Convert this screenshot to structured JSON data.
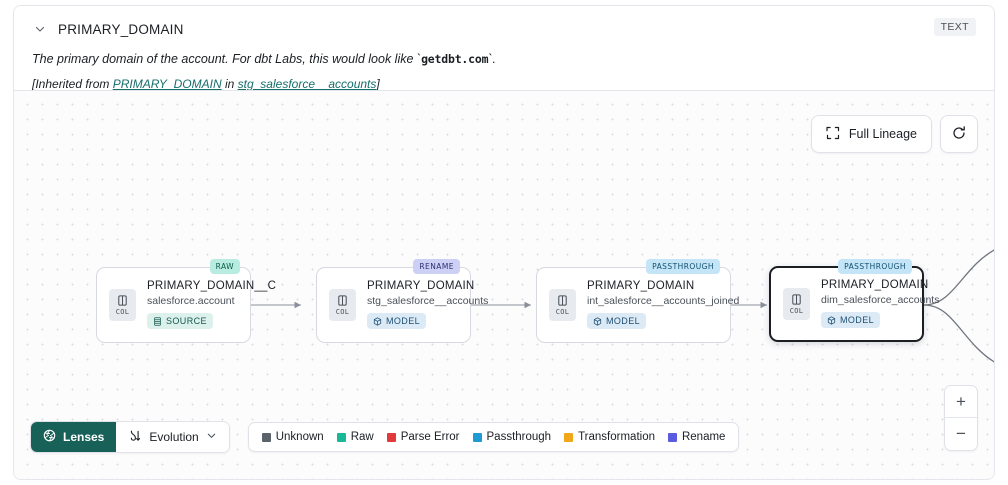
{
  "header": {
    "chevron_icon": "chevron-down-icon",
    "title": "PRIMARY_DOMAIN",
    "type_badge": "TEXT",
    "description_prefix": "The primary domain of the account. For dbt Labs, this would look like `",
    "description_code": "getdbt.com",
    "description_suffix": "`.",
    "inherited_open": "[Inherited from ",
    "inherited_link_1": "PRIMARY_DOMAIN",
    "inherited_mid": " in ",
    "inherited_link_2": "stg_salesforce__accounts",
    "inherited_close": "]"
  },
  "canvas": {
    "full_lineage_label": "Full Lineage",
    "full_lineage_icon": "expand-corners-icon",
    "refresh_icon": "refresh-icon",
    "zoom_in_label": "+",
    "zoom_out_label": "−",
    "nodes": [
      {
        "tag": "RAW",
        "tag_class": "raw",
        "chip_label": "COL",
        "title": "PRIMARY_DOMAIN__C",
        "subtitle": "salesforce.account",
        "kind": "SOURCE",
        "kind_class": "source",
        "kind_icon": "database-icon",
        "selected": false
      },
      {
        "tag": "RENAME",
        "tag_class": "rename",
        "chip_label": "COL",
        "title": "PRIMARY_DOMAIN",
        "subtitle": "stg_salesforce__accounts",
        "kind": "MODEL",
        "kind_class": "model",
        "kind_icon": "cube-icon",
        "selected": false
      },
      {
        "tag": "PASSTHROUGH",
        "tag_class": "passthrough",
        "chip_label": "COL",
        "title": "PRIMARY_DOMAIN",
        "subtitle": "int_salesforce__accounts_joined",
        "kind": "MODEL",
        "kind_class": "model",
        "kind_icon": "cube-icon",
        "selected": false
      },
      {
        "tag": "PASSTHROUGH",
        "tag_class": "passthrough",
        "chip_label": "COL",
        "title": "PRIMARY_DOMAIN",
        "subtitle": "dim_salesforce_accounts",
        "kind": "MODEL",
        "kind_class": "model",
        "kind_icon": "cube-icon",
        "selected": true
      }
    ]
  },
  "toolbar": {
    "lenses_label": "Lenses",
    "lenses_icon": "aperture-icon",
    "evolution_label": "Evolution",
    "evolution_icon": "evolution-icon",
    "evolution_chevron": "chevron-down-icon",
    "legend": [
      {
        "label": "Unknown",
        "color": "#5b6269"
      },
      {
        "label": "Raw",
        "color": "#19b896"
      },
      {
        "label": "Parse Error",
        "color": "#e03a3a"
      },
      {
        "label": "Passthrough",
        "color": "#1e9bd7"
      },
      {
        "label": "Transformation",
        "color": "#f0a818"
      },
      {
        "label": "Rename",
        "color": "#5b5be0"
      }
    ]
  }
}
